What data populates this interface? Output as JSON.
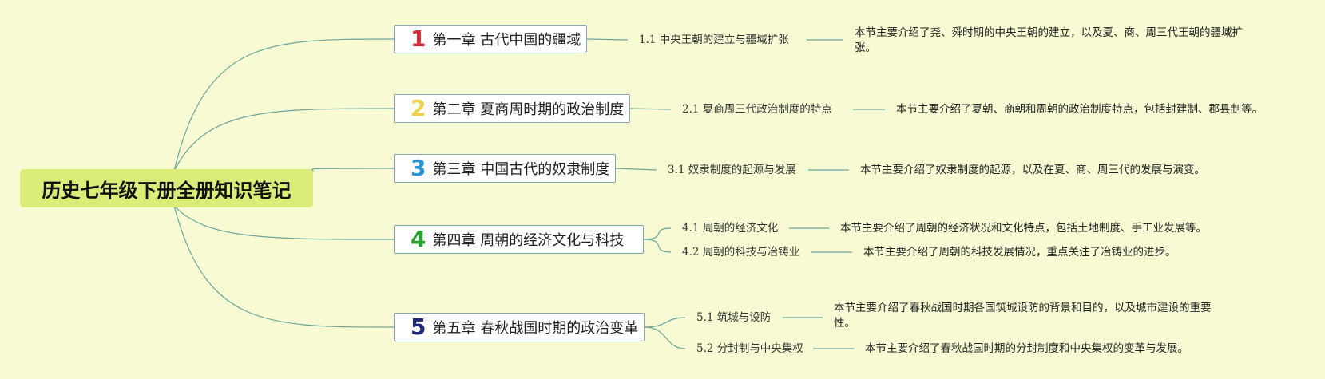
{
  "root": {
    "title": "历史七年级下册全册知识笔记"
  },
  "chapters": [
    {
      "num": "1",
      "title": "第一章 古代中国的疆域",
      "color": "#d42c3c",
      "sections": [
        {
          "label": "1.1 中央王朝的建立与疆域扩张",
          "desc": "本节主要介绍了尧、舜时期的中央王朝的建立，以及夏、商、周三代王朝的疆域扩张。"
        }
      ]
    },
    {
      "num": "2",
      "title": "第二章 夏商周时期的政治制度",
      "color": "#f0d048",
      "sections": [
        {
          "label": "2.1 夏商周三代政治制度的特点",
          "desc": "本节主要介绍了夏朝、商朝和周朝的政治制度特点，包括封建制、郡县制等。"
        }
      ]
    },
    {
      "num": "3",
      "title": "第三章 中国古代的奴隶制度",
      "color": "#2b94d6",
      "sections": [
        {
          "label": "3.1 奴隶制度的起源与发展",
          "desc": "本节主要介绍了奴隶制度的起源，以及在夏、商、周三代的发展与演变。"
        }
      ]
    },
    {
      "num": "4",
      "title": "第四章 周朝的经济文化与科技",
      "color": "#27a12f",
      "sections": [
        {
          "label": "4.1 周朝的经济文化",
          "desc": "本节主要介绍了周朝的经济状况和文化特点，包括土地制度、手工业发展等。"
        },
        {
          "label": "4.2 周朝的科技与冶铸业",
          "desc": "本节主要介绍了周朝的科技发展情况，重点关注了冶铸业的进步。"
        }
      ]
    },
    {
      "num": "5",
      "title": "第五章 春秋战国时期的政治变革",
      "color": "#1e2a78",
      "sections": [
        {
          "label": "5.1 筑城与设防",
          "desc": "本节主要介绍了春秋战国时期各国筑城设防的背景和目的，以及城市建设的重要性。"
        },
        {
          "label": "5.2 分封制与中央集权",
          "desc": "本节主要介绍了春秋战国时期的分封制度和中央集权的变革与发展。"
        }
      ]
    }
  ],
  "colors": {
    "background": "#f8fad3",
    "root_fill": "#dcec79",
    "line": "#6aa59a",
    "chapter_border": "#8aa6b0"
  }
}
